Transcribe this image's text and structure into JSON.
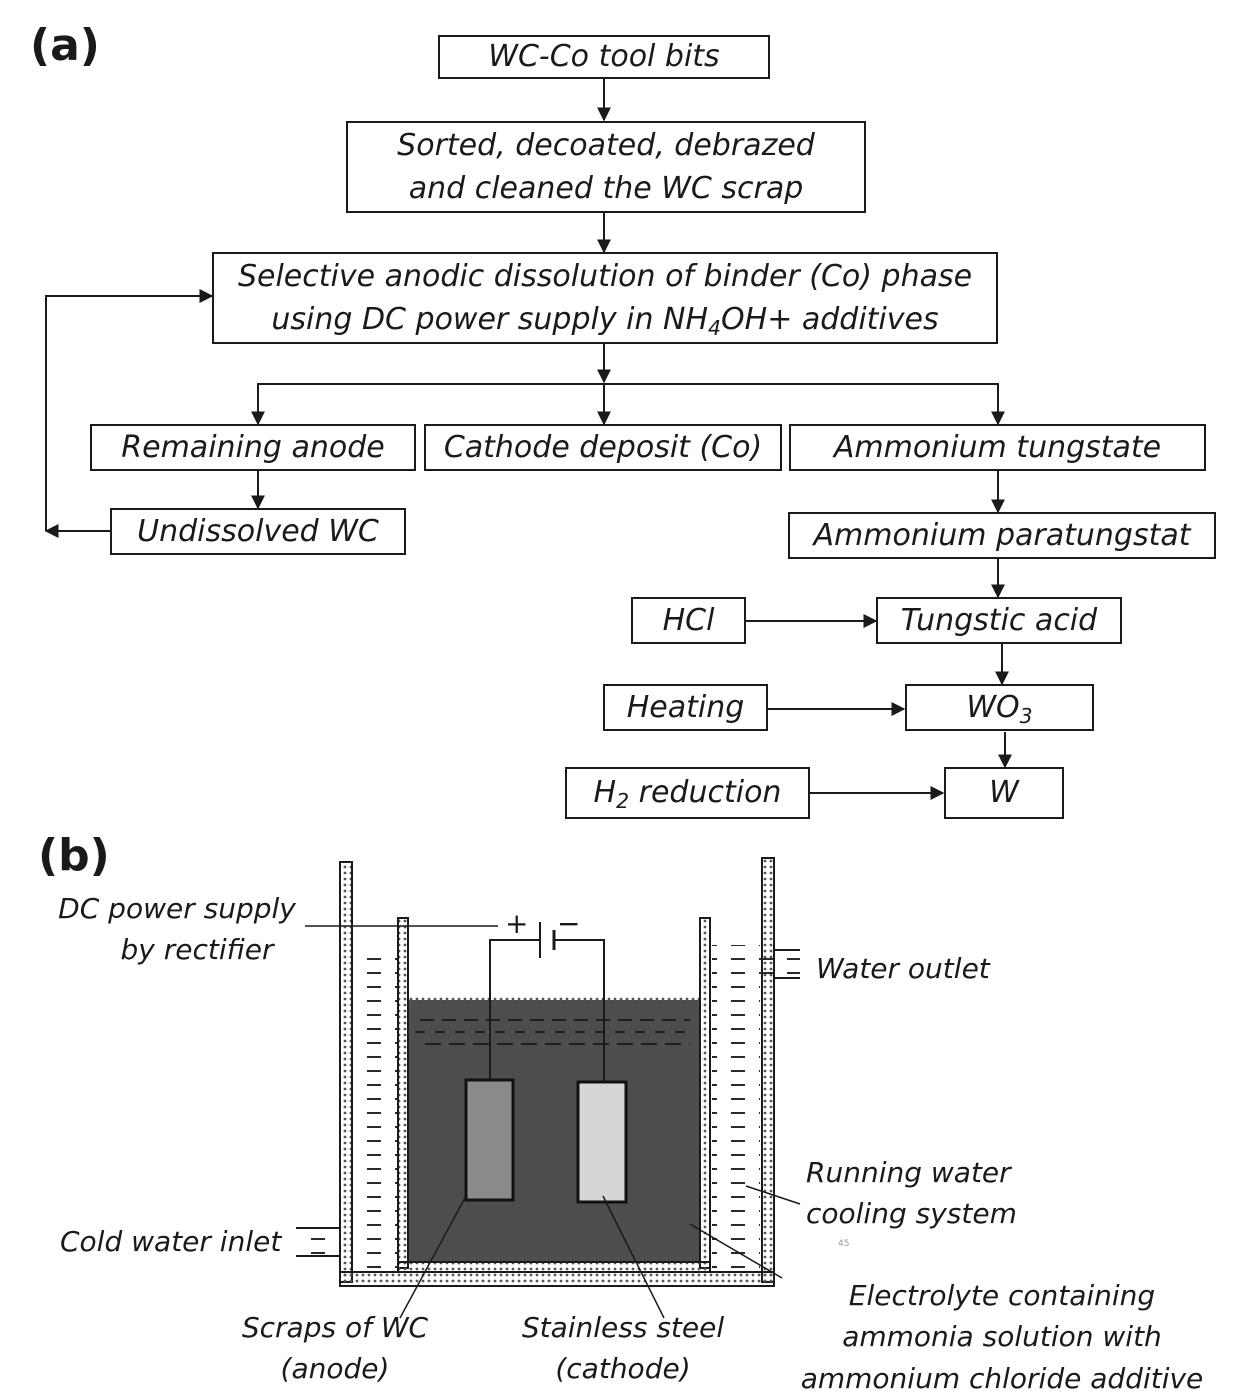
{
  "panel_a": "(a)",
  "panel_b": "(b)",
  "flow": {
    "wc_co_tool_bits": "WC-Co tool bits",
    "sorted_line1": "Sorted, decoated, debrazed",
    "sorted_line2": "and cleaned the WC scrap",
    "selective_line1": "Selective anodic dissolution of binder (Co) phase",
    "selective_line2_pre": "using DC power supply in NH",
    "selective_line2_sub": "4",
    "selective_line2_post": "OH+ additives",
    "remaining_anode": "Remaining anode",
    "cathode_deposit": "Cathode deposit (Co)",
    "ammonium_tungstate": "Ammonium tungstate",
    "undissolved_wc": "Undissolved WC",
    "ammonium_paratungstat": "Ammonium paratungstat",
    "hcl": "HCl",
    "tungstic_acid": "Tungstic acid",
    "heating": "Heating",
    "wo3_pre": "WO",
    "wo3_sub": "3",
    "h2_pre": "H",
    "h2_sub": "2",
    "h2_post": " reduction",
    "w": "W"
  },
  "cell": {
    "dc_line1": "DC power supply",
    "dc_line2": "by rectifier",
    "plus": "+",
    "minus": "−",
    "water_outlet": "Water outlet",
    "running_line1": "Running water",
    "running_line2": "cooling system",
    "cold_water_inlet": "Cold water inlet",
    "scraps_line1": "Scraps of WC",
    "scraps_line2": "(anode)",
    "stainless_line1": "Stainless steel",
    "stainless_line2": "(cathode)",
    "electrolyte_line1": "Electrolyte containing",
    "electrolyte_line2": "ammonia solution with",
    "electrolyte_line3": "ammonium chloride additive",
    "tiny_mark": "45"
  },
  "colors": {
    "electrolyte": "#4d4d4d",
    "anode": "#8a8a8a",
    "cathode": "#d6d6d6",
    "line": "#1a1a1a"
  }
}
